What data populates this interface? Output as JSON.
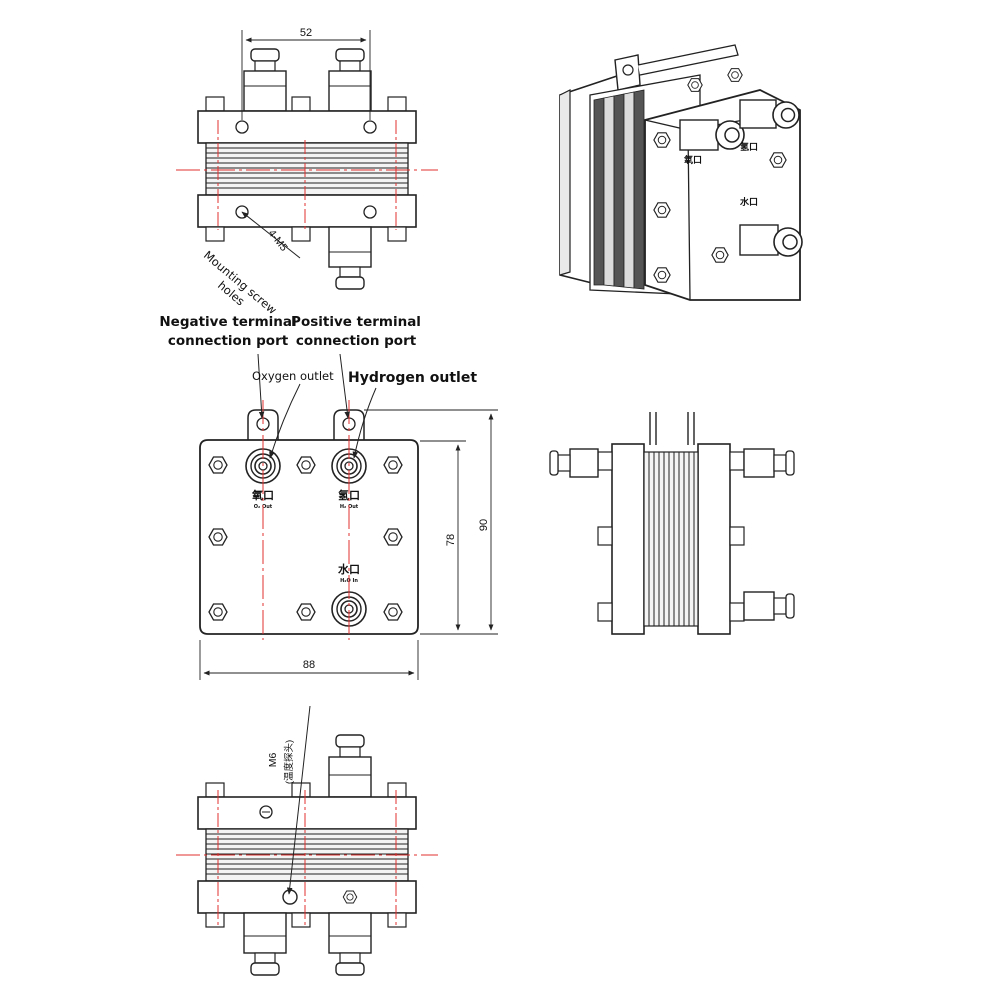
{
  "labels": {
    "negative_terminal": "Negative terminal\nconnection port",
    "positive_terminal": "Positive terminal\nconnection port",
    "oxygen_outlet": "Oxygen outlet",
    "hydrogen_outlet": "Hydrogen outlet",
    "mounting_holes": "Mounting screw\nholes",
    "thread_spec": "4-M5",
    "m6": "M6",
    "temp_probe": "(温度探头)"
  },
  "dimensions": {
    "top_width": "52",
    "front_width": "88",
    "inner_height": "78",
    "outer_height": "90"
  },
  "port_marks": {
    "o2_cn": "氧口",
    "o2_en": "O₂ Out",
    "h2_cn": "氢口",
    "h2_en": "H₂ Out",
    "water_cn": "水口",
    "water_en": "H₂O In"
  },
  "colors": {
    "line": "#222222",
    "centerline": "#e03030",
    "fill": "#ffffff",
    "shade": "#e9e9e9"
  }
}
